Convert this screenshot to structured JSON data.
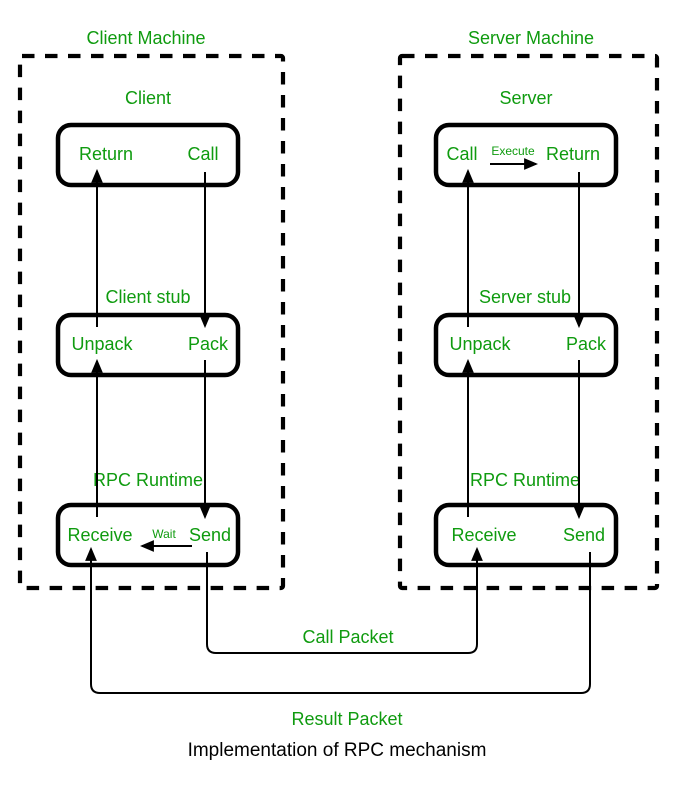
{
  "diagram": {
    "caption": "Implementation of RPC mechanism",
    "colors": {
      "text_green": "#0f9b0f",
      "line_black": "#000000"
    }
  },
  "client_machine": {
    "title": "Client Machine",
    "layers": [
      {
        "label": "Client",
        "left": "Return",
        "right": "Call"
      },
      {
        "label": "Client stub",
        "left": "Unpack",
        "right": "Pack"
      },
      {
        "label": "RPC Runtime",
        "left": "Receive",
        "right": "Send",
        "inner_arrow_label": "Wait"
      }
    ]
  },
  "server_machine": {
    "title": "Server Machine",
    "layers": [
      {
        "label": "Server",
        "left": "Call",
        "right": "Return",
        "inner_arrow_label": "Execute"
      },
      {
        "label": "Server stub",
        "left": "Unpack",
        "right": "Pack"
      },
      {
        "label": "RPC Runtime",
        "left": "Receive",
        "right": "Send"
      }
    ]
  },
  "connectors": {
    "call_packet_label": "Call Packet",
    "result_packet_label": "Result Packet"
  }
}
